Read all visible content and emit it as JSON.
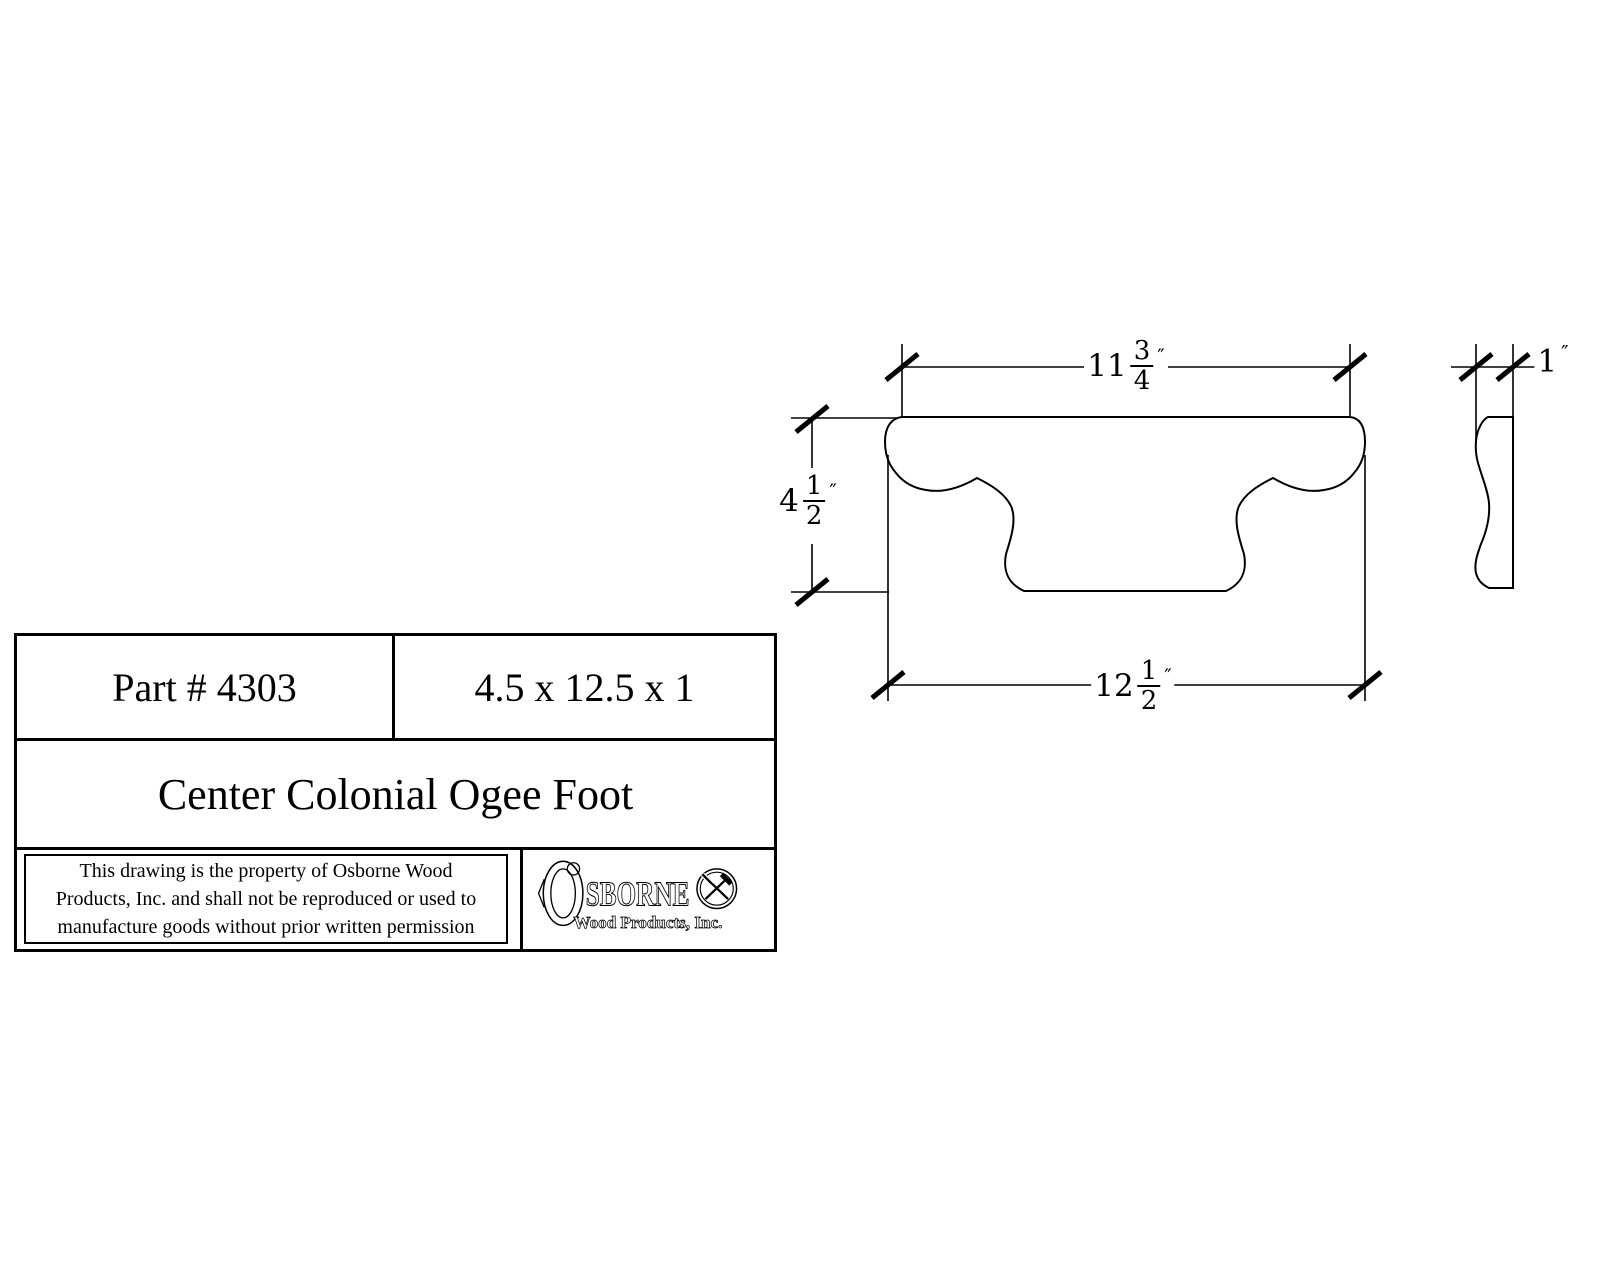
{
  "page": {
    "background": "#ffffff",
    "line_color": "#000000"
  },
  "views": {
    "front": {
      "dim_top_width": {
        "whole": "11",
        "num": "3",
        "den": "4",
        "unit": "″"
      },
      "dim_height": {
        "whole": "4",
        "num": "1",
        "den": "2",
        "unit": "″"
      },
      "dim_bottom_width": {
        "whole": "12",
        "num": "1",
        "den": "2",
        "unit": "″"
      }
    },
    "side": {
      "dim_depth": {
        "whole": "1",
        "unit": "″"
      }
    }
  },
  "title_block": {
    "part_number": "Part # 4303",
    "size": "4.5 x 12.5 x 1",
    "part_name": "Center Colonial Ogee Foot",
    "notice_line1": "This drawing is the property of Osborne Wood",
    "notice_line2": "Products, Inc. and shall not be reproduced or used to",
    "notice_line3": "manufacture goods without prior written permission",
    "logo": {
      "initial": "O",
      "rest": "SBORNE",
      "subtext": "Wood Products, Inc."
    }
  }
}
